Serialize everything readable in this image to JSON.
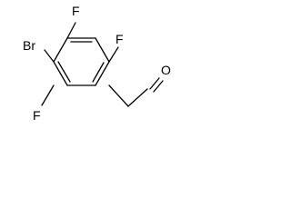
{
  "structure": {
    "atoms": [
      {
        "id": "br",
        "label": "Br"
      },
      {
        "id": "f_top",
        "label": "F"
      },
      {
        "id": "f_right",
        "label": "F"
      },
      {
        "id": "f_left",
        "label": "F"
      },
      {
        "id": "o",
        "label": "O"
      }
    ]
  }
}
